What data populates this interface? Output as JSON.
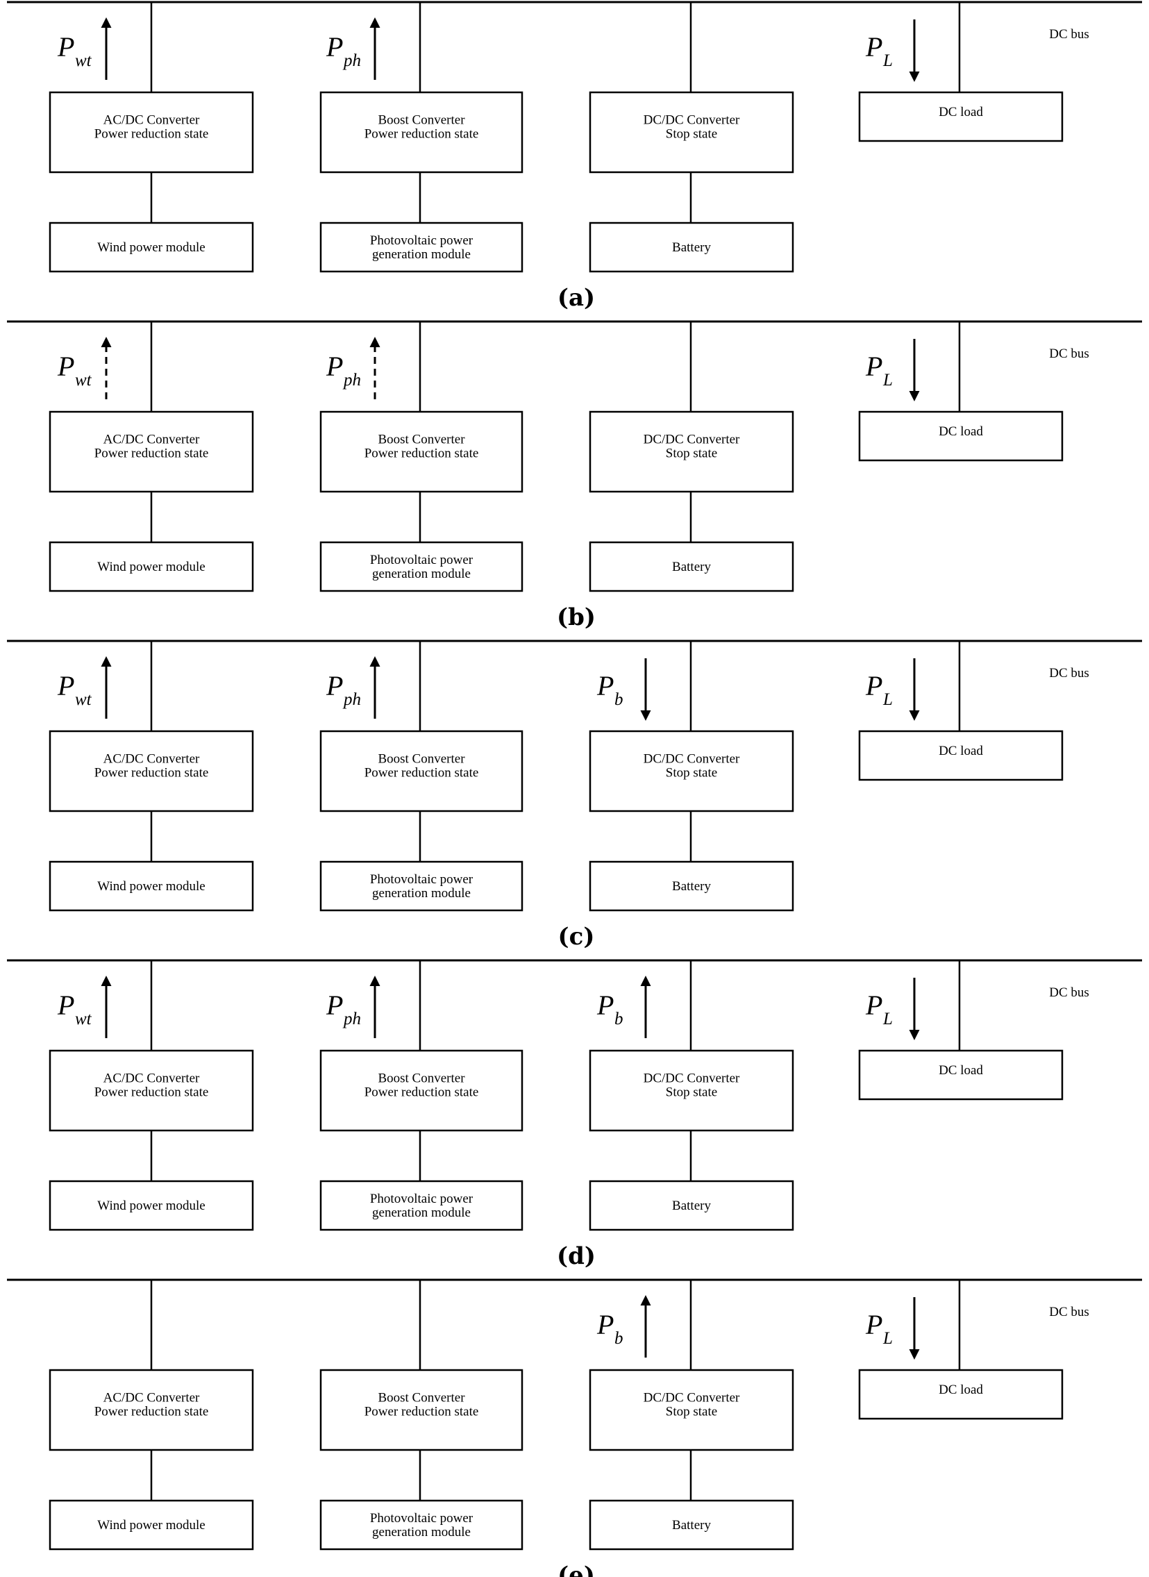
{
  "bus_label": "DC bus",
  "units": {
    "wind": {
      "converter": [
        "AC/DC Converter",
        "Power reduction state"
      ],
      "module": [
        "Wind power module"
      ],
      "symbol": "P",
      "sub": "wt"
    },
    "pv": {
      "converter": [
        "Boost Converter",
        "Power reduction state"
      ],
      "module": [
        "Photovoltaic power",
        "generation module"
      ],
      "symbol": "P",
      "sub": "ph"
    },
    "battery": {
      "converter": [
        "DC/DC Converter",
        "Stop state"
      ],
      "module": [
        "Battery"
      ],
      "symbol": "P",
      "sub": "b"
    },
    "load": {
      "converter": [
        "DC load"
      ],
      "symbol": "P",
      "sub": "L"
    }
  },
  "panels": [
    {
      "caption": "(a)",
      "flows": {
        "wind": "up",
        "pv": "up",
        "battery": "none",
        "load": "down"
      }
    },
    {
      "caption": "(b)",
      "flows": {
        "wind": "up-dashed",
        "pv": "up-dashed",
        "battery": "none",
        "load": "down"
      }
    },
    {
      "caption": "(c)",
      "flows": {
        "wind": "up",
        "pv": "up",
        "battery": "down",
        "load": "down"
      }
    },
    {
      "caption": "(d)",
      "flows": {
        "wind": "up",
        "pv": "up",
        "battery": "up",
        "load": "down"
      }
    },
    {
      "caption": "(e)",
      "flows": {
        "wind": "none",
        "pv": "none",
        "battery": "up",
        "load": "down"
      }
    }
  ]
}
